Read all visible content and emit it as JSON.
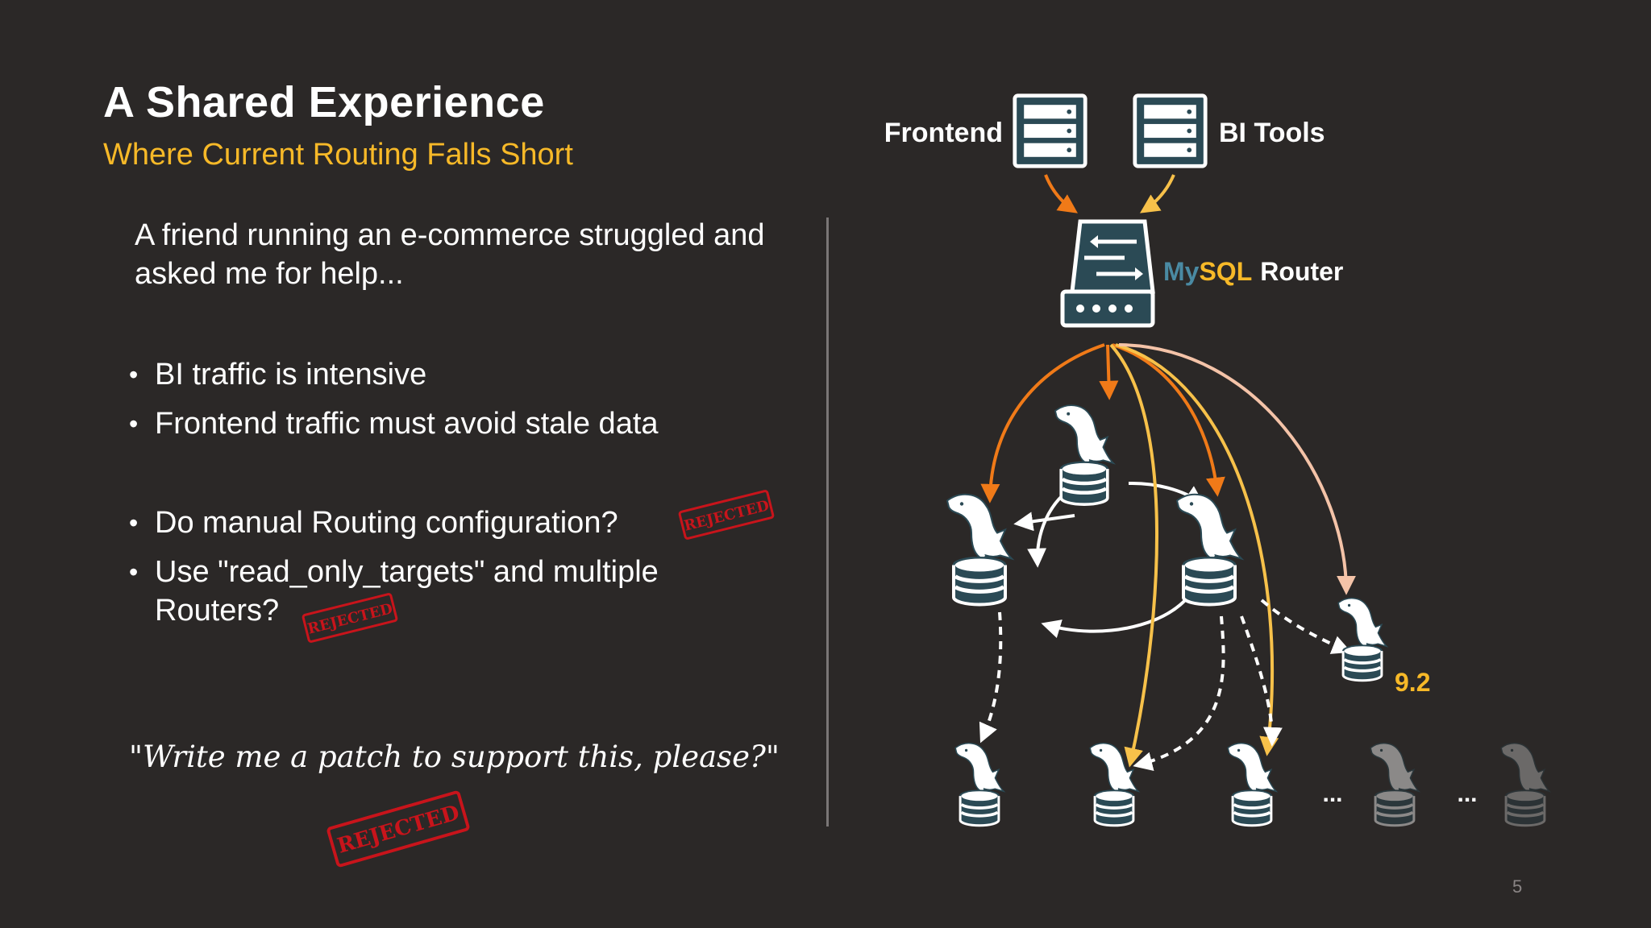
{
  "slide": {
    "title": "A Shared Experience",
    "subtitle": "Where Current Routing Falls Short",
    "intro": "A friend running an e-commerce struggled and asked me for help...",
    "bullets_a": [
      "BI traffic is intensive",
      "Frontend traffic must avoid stale data"
    ],
    "bullets_b": [
      "Do manual Routing configuration?",
      "Use \"read_only_targets\" and multiple Routers?"
    ],
    "quote": "\"Write me a patch to support this, please?\"",
    "stamp_text": "REJECTED",
    "page_number": "5",
    "bullet_glyph": "•"
  },
  "diagram": {
    "frontend_label": "Frontend",
    "bi_tools_label": "BI Tools",
    "router_brand_my": "My",
    "router_brand_sql": "SQL",
    "router_label": "Router",
    "version_label": "9.2",
    "ellipsis_1": "...",
    "ellipsis_2": "...",
    "colors": {
      "frontend_arrow": "#f07a18",
      "bi_arrow": "#f7c14a",
      "peach_arrow": "#f4c3a8",
      "replication": "#ffffff",
      "server_fill": "#2b4a55",
      "version": "#f7b928",
      "stamp": "#c8141b"
    },
    "icons": [
      "server-rack-icon",
      "router-icon",
      "dolphin-database-icon"
    ]
  }
}
